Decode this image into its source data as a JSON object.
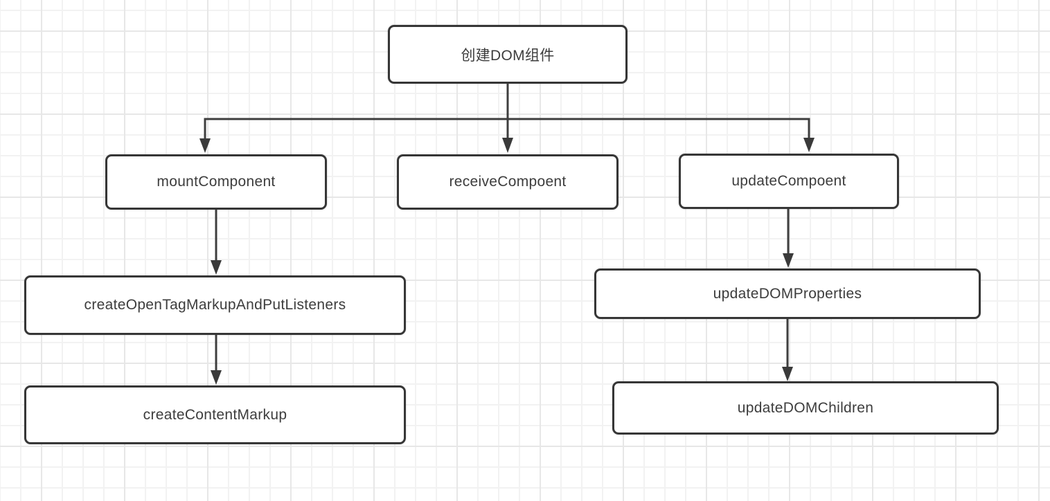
{
  "diagram": {
    "type": "flowchart",
    "colors": {
      "canvas_bg": "#ffffff",
      "grid_minor": "#f2f2f2",
      "grid_major": "#e7e7e7",
      "node_fill": "#ffffff",
      "node_border": "#363636",
      "node_text": "#3d3d3d",
      "connector": "#3e3e3e"
    },
    "nodes": [
      {
        "id": "root",
        "label": "创建DOM组件"
      },
      {
        "id": "mount",
        "label": "mountComponent"
      },
      {
        "id": "receive",
        "label": "receiveCompoent"
      },
      {
        "id": "update",
        "label": "updateCompoent"
      },
      {
        "id": "createOpenTag",
        "label": "createOpenTagMarkupAndPutListeners"
      },
      {
        "id": "updateProps",
        "label": "updateDOMProperties"
      },
      {
        "id": "createContent",
        "label": "createContentMarkup"
      },
      {
        "id": "updateChildren",
        "label": "updateDOMChildren"
      }
    ],
    "edges": [
      {
        "from": "root",
        "to": "mount"
      },
      {
        "from": "root",
        "to": "receive"
      },
      {
        "from": "root",
        "to": "update"
      },
      {
        "from": "mount",
        "to": "createOpenTag"
      },
      {
        "from": "createOpenTag",
        "to": "createContent"
      },
      {
        "from": "update",
        "to": "updateProps"
      },
      {
        "from": "updateProps",
        "to": "updateChildren"
      }
    ]
  }
}
